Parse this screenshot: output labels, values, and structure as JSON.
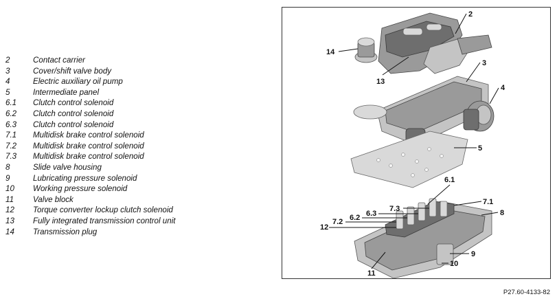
{
  "legend": [
    {
      "num": "2",
      "label": "Contact carrier"
    },
    {
      "num": "3",
      "label": "Cover/shift valve body"
    },
    {
      "num": "4",
      "label": "Electric auxiliary oil pump"
    },
    {
      "num": "5",
      "label": "Intermediate panel"
    },
    {
      "num": "6.1",
      "label": "Clutch control solenoid"
    },
    {
      "num": "6.2",
      "label": "Clutch control solenoid"
    },
    {
      "num": "6.3",
      "label": "Clutch control solenoid"
    },
    {
      "num": "7.1",
      "label": "Multidisk brake control solenoid"
    },
    {
      "num": "7.2",
      "label": "Multidisk brake control solenoid"
    },
    {
      "num": "7.3",
      "label": "Multidisk brake control solenoid"
    },
    {
      "num": "8",
      "label": "Slide valve housing"
    },
    {
      "num": "9",
      "label": "Lubricating pressure solenoid"
    },
    {
      "num": "10",
      "label": "Working pressure solenoid"
    },
    {
      "num": "11",
      "label": "Valve block"
    },
    {
      "num": "12",
      "label": "Torque converter lockup clutch solenoid"
    },
    {
      "num": "13",
      "label": "Fully integrated transmission control unit"
    },
    {
      "num": "14",
      "label": "Transmission plug"
    }
  ],
  "callouts": {
    "c2": "2",
    "c14": "14",
    "c13": "13",
    "c3": "3",
    "c4": "4",
    "c5": "5",
    "c61": "6.1",
    "c71": "7.1",
    "c73": "7.3",
    "c63": "6.3",
    "c62": "6.2",
    "c72": "7.2",
    "c12": "12",
    "c8": "8",
    "c9": "9",
    "c10": "10",
    "c11": "11"
  },
  "figure_ref": "P27.60-4133-82"
}
